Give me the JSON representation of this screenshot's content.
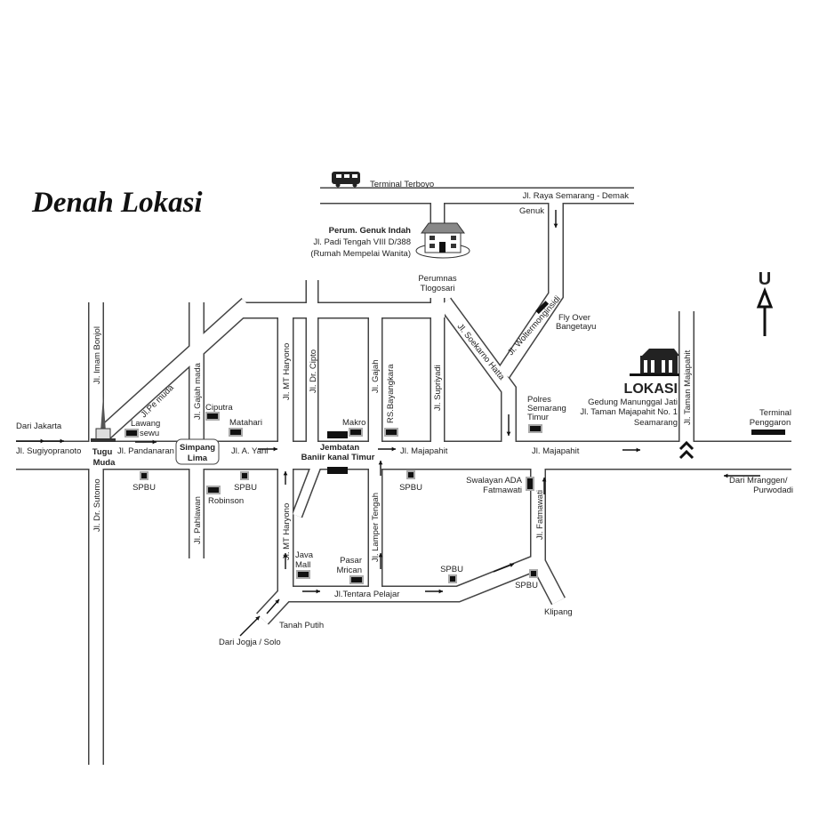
{
  "title": "Denah Lokasi",
  "north_label": "U",
  "destination": {
    "heading": "LOKASI",
    "line1": "Gedung Manunggal Jati",
    "line2": "Jl. Taman Majapahit No. 1",
    "line3": "Seamarang"
  },
  "bride_home": {
    "name": "Perum. Genuk Indah",
    "address": "Jl. Padi Tengah VIII D/388",
    "note": "(Rumah Mempelai Wanita)"
  },
  "streets": {
    "imam_bonjol": "Jl. Imam Bonjol",
    "dr_sutomo": "Jl. Dr. Sutomo",
    "pemuda": "Jl.Pe muda",
    "gajah_mada": "Jl. Gajah mada",
    "pahlawan": "Jl. Pahlawan",
    "mt_haryono_n": "Jl. MT Haryono",
    "mt_haryono_s": "Jl. MT Haryono",
    "dr_cipto": "Jl. Dr. Cipto",
    "gajah": "Jl. Gajah",
    "lamper_tengah": "Jl. Lamper Tengah",
    "supriyadi": "Jl. Supriyadi",
    "soekarno_hatta": "Jl. Soekarno Hatta",
    "woltermonginsidi": "Jl. Woltermonginsidi",
    "taman_majapahit": "Jl. Taman Majapahit",
    "fatmawati": "Jl. Fatmawati",
    "sugiyopranoto": "Jl. Sugiyopranoto",
    "pandanaran": "Jl. Pandanaran",
    "a_yani": "Jl. A. Yani",
    "majapahit_1": "Jl. Majapahit",
    "majapahit_2": "Jl. Majapahit",
    "tentara_pelajar": "Jl.Tentara Pelajar",
    "raya_semarang_demak": "Jl. Raya Semarang - Demak"
  },
  "places": {
    "terminal_terboyo": "Terminal Terboyo",
    "genuk": "Genuk",
    "perumnas_1": "Perumnas",
    "perumnas_2": "Tlogosari",
    "flyover_1": "Fly Over",
    "flyover_2": "Bangetayu",
    "polres_1": "Polres",
    "polres_2": "Semarang",
    "polres_3": "Timur",
    "terminal_penggaron_1": "Terminal",
    "terminal_penggaron_2": "Penggaron",
    "dari_jakarta": "Dari Jakarta",
    "tugu_1": "Tugu",
    "tugu_2": "Muda",
    "lawang_1": "Lawang",
    "lawang_2": "sewu",
    "simpang_1": "Simpang",
    "simpang_2": "Lima",
    "ciputra": "Ciputra",
    "matahari": "Matahari",
    "makro": "Makro",
    "rs_bayangkara": "RS.Bayangkara",
    "jembatan_1": "Jembatan",
    "jembatan_2": "Baniir kanal Timur",
    "spbu_1": "SPBU",
    "spbu_2": "SPBU",
    "spbu_3": "SPBU",
    "spbu_4": "SPBU",
    "spbu_5": "SPBU",
    "robinson": "Robinson",
    "swalayan_1": "Swalayan ADA",
    "swalayan_2": "Fatmawati",
    "dari_mranggen_1": "Dari Mranggen/",
    "dari_mranggen_2": "Purwodadi",
    "java_1": "Java",
    "java_2": "Mall",
    "pasar_1": "Pasar",
    "pasar_2": "Mrican",
    "tanah_putih": "Tanah Putih",
    "dari_jogja": "Dari Jogja / Solo",
    "klipang": "Klipang"
  }
}
